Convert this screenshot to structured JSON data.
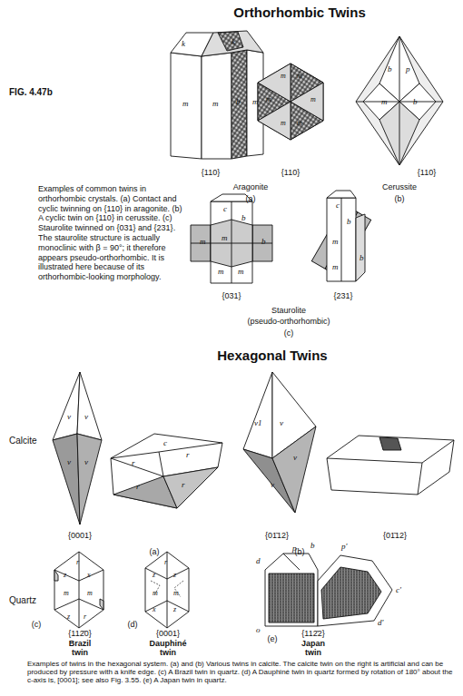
{
  "diagram": {
    "title": "Orthorhombic Twins",
    "caption": "Examples of common twins in orthorhombic crystals. (a) Contact and cyclic twinning on {110} in aragonite. (b) A cyclic twin on {110} in cerussite. (c) Staurolite twinned on {031} and {231}. The staurolite structure is actually monoclinic with β = 90°; it therefore appears pseudo-orthorhombic. It is illustrated here because of its orthorhombic-looking morphology.",
    "labels": [
      "FIG. 4.47b",
      "k",
      "k",
      "m",
      "m",
      "b",
      "m",
      "{110}",
      "m",
      "m",
      "m",
      "m",
      "m",
      "m",
      "{110}",
      "Aragonite",
      "(a)",
      "b",
      "p",
      "m",
      "b",
      "{110}",
      "Cerussite",
      "(b)",
      "c",
      "b",
      "m",
      "m",
      "b",
      "m",
      "m",
      "{031}",
      "c",
      "b",
      "m",
      "b",
      "m",
      "{231}",
      "Staurolite",
      "(pseudo-orthorhombic)",
      "(c)",
      "Hexagonal Twins",
      "Calcite",
      "v",
      "v",
      "v",
      "v",
      "{0001}",
      "(a)",
      "c",
      "r",
      "r",
      "r",
      "r",
      "v1",
      "v",
      "v",
      "v",
      "{01̄12}",
      "(b)",
      "{01̄12}",
      "Quartz",
      "r",
      "z",
      "x",
      "m",
      "m",
      "z",
      "r",
      "(c)",
      "{112̄0}",
      "Brazil twin",
      "r",
      "z",
      "z",
      "m",
      "m",
      "x",
      "z",
      "(d)",
      "{0001}",
      "Dauphiné twin",
      "d",
      "p",
      "b",
      "p'",
      "c'",
      "d'",
      "o",
      "(e)",
      "{112̄2}",
      "Japan twin",
      "Examples of twins in the hexagonal system. (a) and (b) Various twins in calcite. The calcite twin on the right is artificial and can be produced by pressure with a knife edge. (c) A Brazil twin in quartz. (d) A Dauphiné twin in quartz formed by rotation of 180° about the c-axis is, [0001]; see also Fig. 3.55. (e) A Japan twin in quartz."
    ]
  }
}
